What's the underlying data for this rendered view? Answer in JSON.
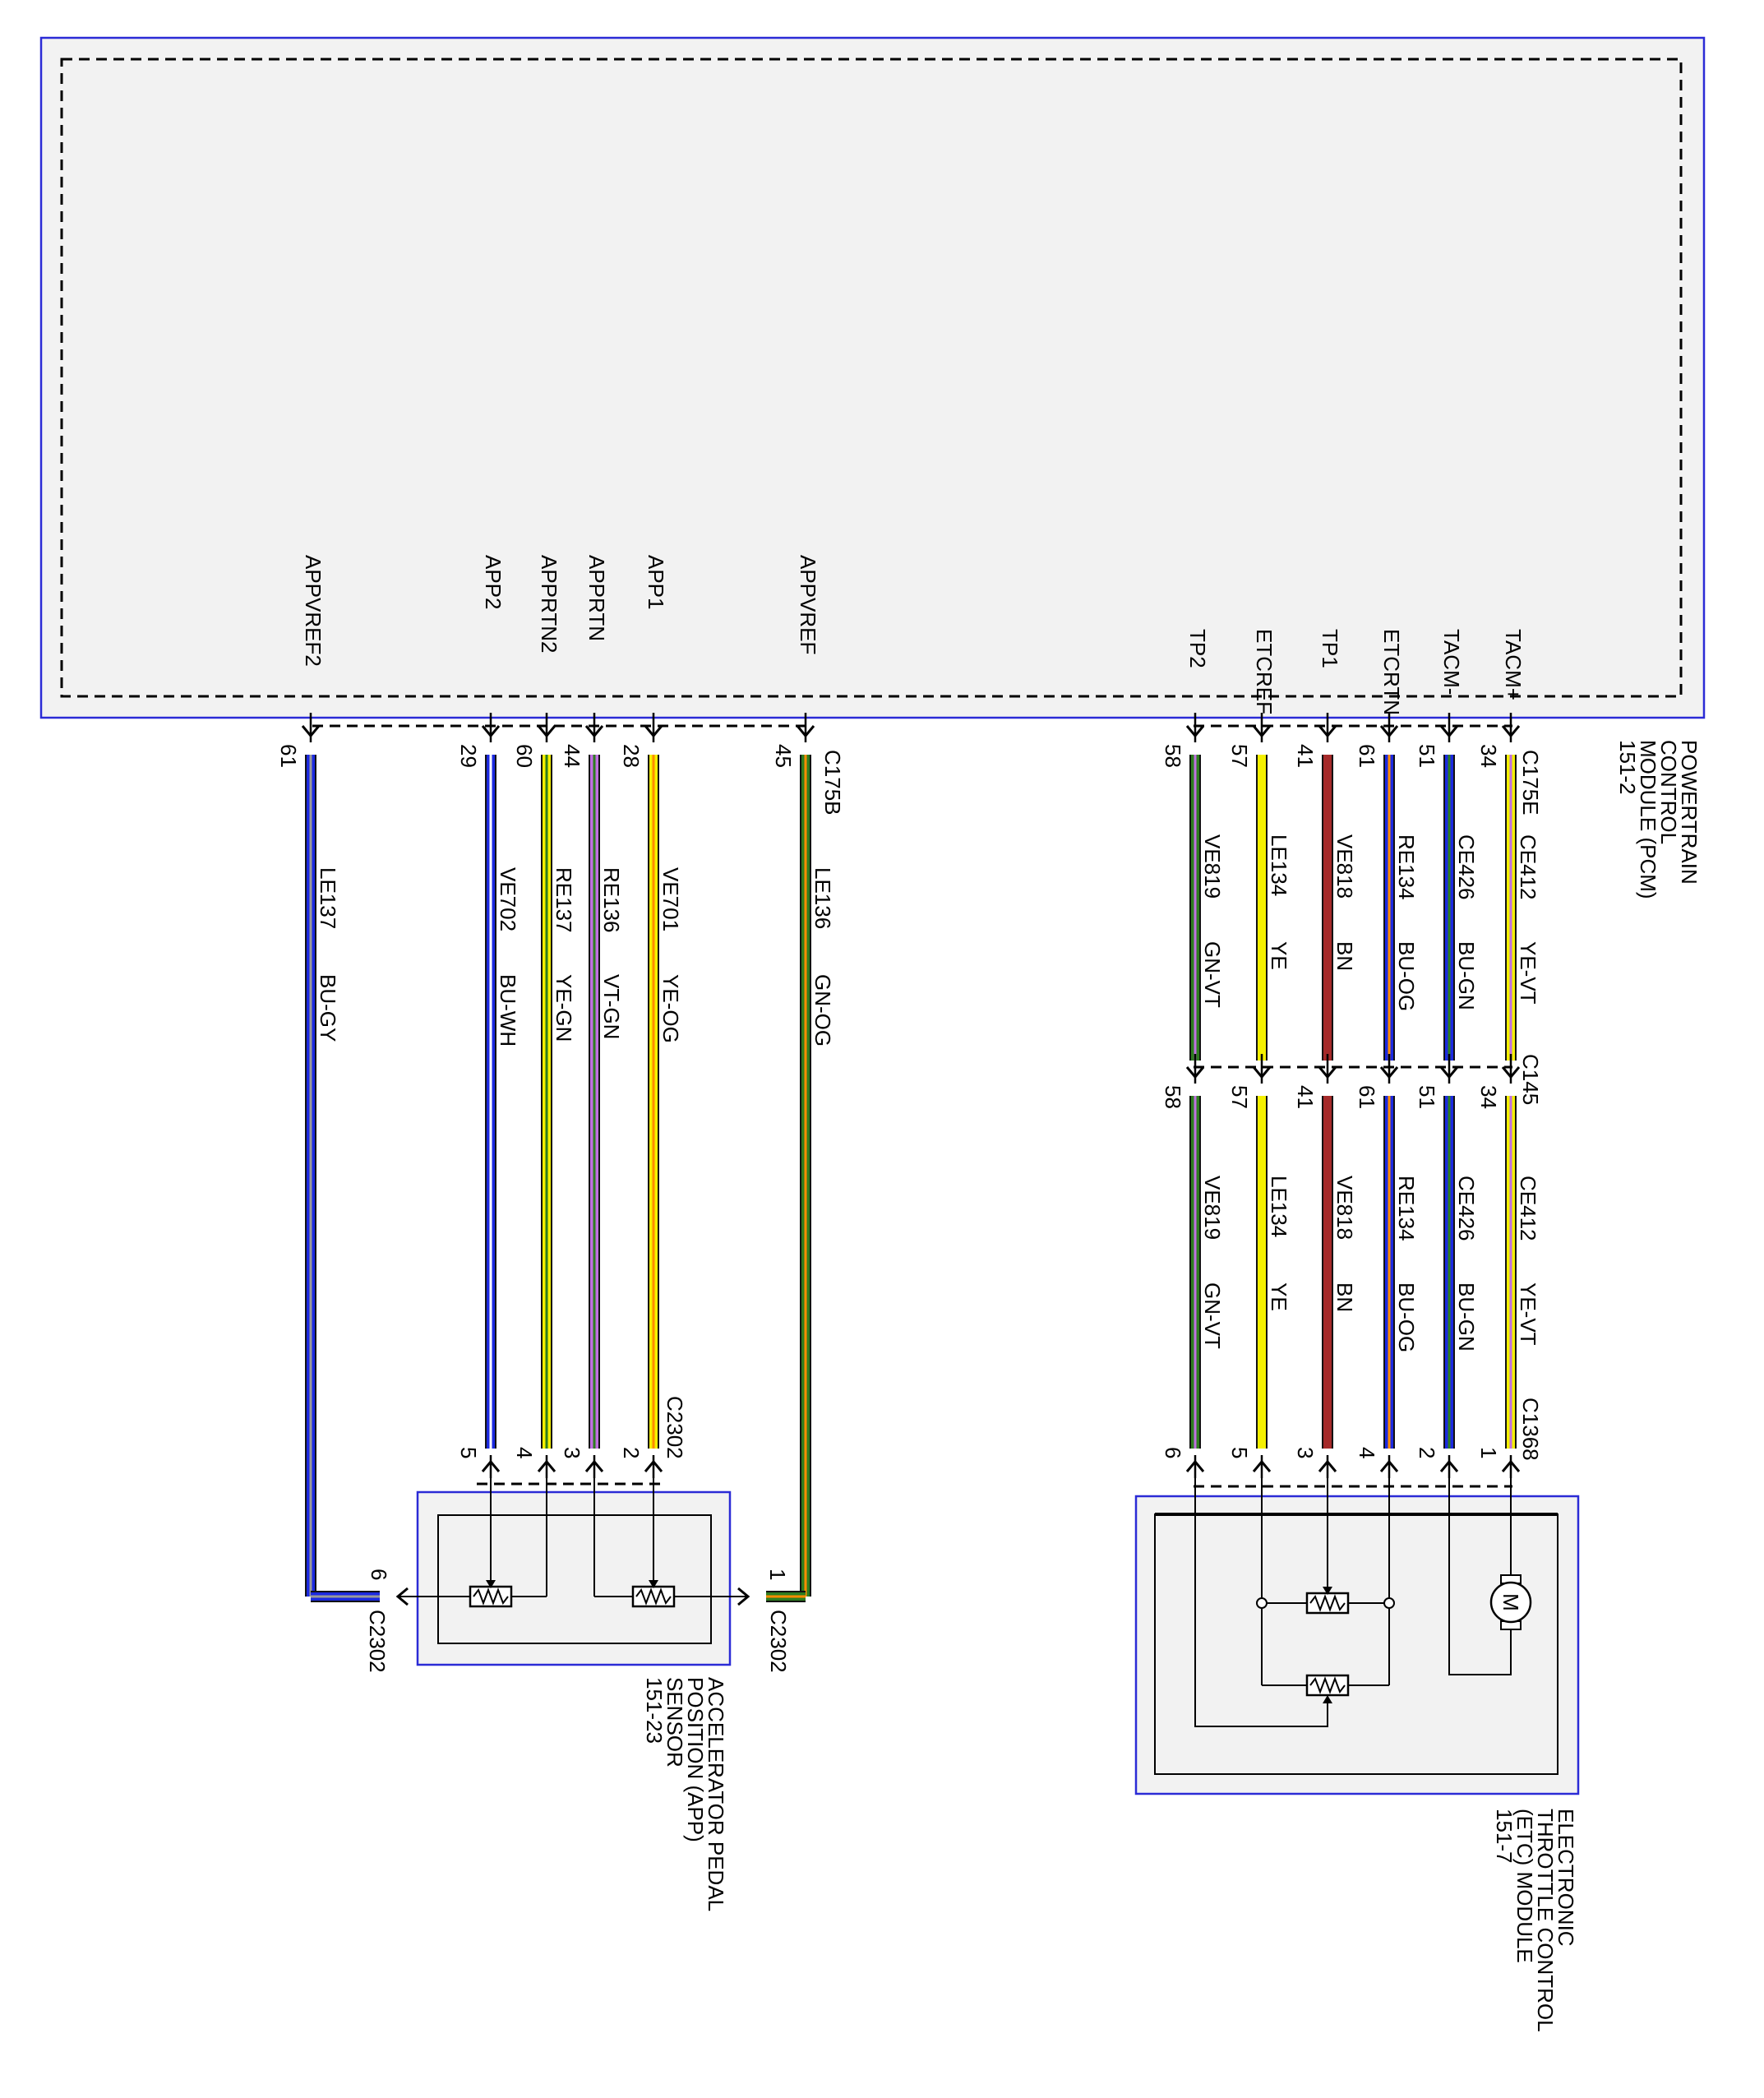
{
  "colors": {
    "module_border": "#2b2bd6",
    "module_fill": "#f2f2f2",
    "BU": "#1c2ae0",
    "GN": "#2e7d1f",
    "YE": "#f4f000",
    "VT": "#c070e0",
    "BN": "#a52a2a",
    "OG": "#ff8c00",
    "GY": "#9a9a9a",
    "WH": "#ffffff"
  },
  "pcm": {
    "name_lines": [
      "POWERTRAIN",
      "CONTROL",
      "MODULE (PCM)",
      "151-2"
    ],
    "connector_c175b": "C175B",
    "connector_c175e": "C175E"
  },
  "app_sensor": {
    "name_lines": [
      "ACCELERATOR PEDAL",
      "POSITION (APP)",
      "SENSOR",
      "151-23"
    ],
    "connector": "C2302"
  },
  "etc": {
    "name_lines": [
      "ELECTRONIC",
      "THROTTLE CONTROL",
      "(ETC) MODULE",
      "151-7"
    ],
    "motor_symbol": "M",
    "inline_connector": "C145",
    "connector": "C1368"
  },
  "app_wires": [
    {
      "signal": "APPVREF2",
      "pcm_pin": "61",
      "circuit": "LE137",
      "color": "BU-GY",
      "sensor_pin": "6"
    },
    {
      "signal": "APP2",
      "pcm_pin": "29",
      "circuit": "VE702",
      "color": "BU-WH",
      "sensor_pin": "5"
    },
    {
      "signal": "APPRTN2",
      "pcm_pin": "60",
      "circuit": "RE137",
      "color": "YE-GN",
      "sensor_pin": "4"
    },
    {
      "signal": "APPRTN",
      "pcm_pin": "44",
      "circuit": "RE136",
      "color": "VT-GN",
      "sensor_pin": "3"
    },
    {
      "signal": "APP1",
      "pcm_pin": "28",
      "circuit": "VE701",
      "color": "YE-OG",
      "sensor_pin": "2"
    },
    {
      "signal": "APPVREF",
      "pcm_pin": "45",
      "circuit": "LE136",
      "color": "GN-OG",
      "sensor_pin": "1"
    }
  ],
  "etc_wires": [
    {
      "signal": "TP2",
      "pcm_pin": "58",
      "inline_pin": "58",
      "circuit": "VE819",
      "color": "GN-VT",
      "etc_pin": "6"
    },
    {
      "signal": "ETCREF",
      "pcm_pin": "57",
      "inline_pin": "57",
      "circuit": "LE134",
      "color": "YE",
      "etc_pin": "5"
    },
    {
      "signal": "TP1",
      "pcm_pin": "41",
      "inline_pin": "41",
      "circuit": "VE818",
      "color": "BN",
      "etc_pin": "3"
    },
    {
      "signal": "ETCRTN",
      "pcm_pin": "61",
      "inline_pin": "61",
      "circuit": "RE134",
      "color": "BU-OG",
      "etc_pin": "4"
    },
    {
      "signal": "TACM-",
      "pcm_pin": "51",
      "inline_pin": "51",
      "circuit": "CE426",
      "color": "BU-GN",
      "etc_pin": "2"
    },
    {
      "signal": "TACM+",
      "pcm_pin": "34",
      "inline_pin": "34",
      "circuit": "CE412",
      "color": "YE-VT",
      "etc_pin": "1"
    }
  ]
}
